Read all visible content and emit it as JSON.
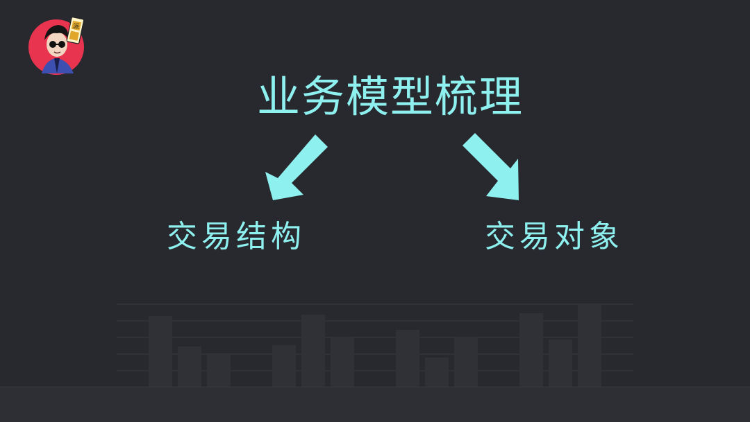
{
  "slide": {
    "title": "业务模型梳理",
    "left_branch": "交易结构",
    "right_branch": "交易对象",
    "logo_badge": "派"
  },
  "colors": {
    "background": "#28292e",
    "accent": "#8ef0ef",
    "logo_circle": "#e8344e"
  },
  "icons": {
    "logo": "avatar-logo-icon",
    "left_arrow": "arrow-down-left-icon",
    "right_arrow": "arrow-down-right-icon"
  }
}
